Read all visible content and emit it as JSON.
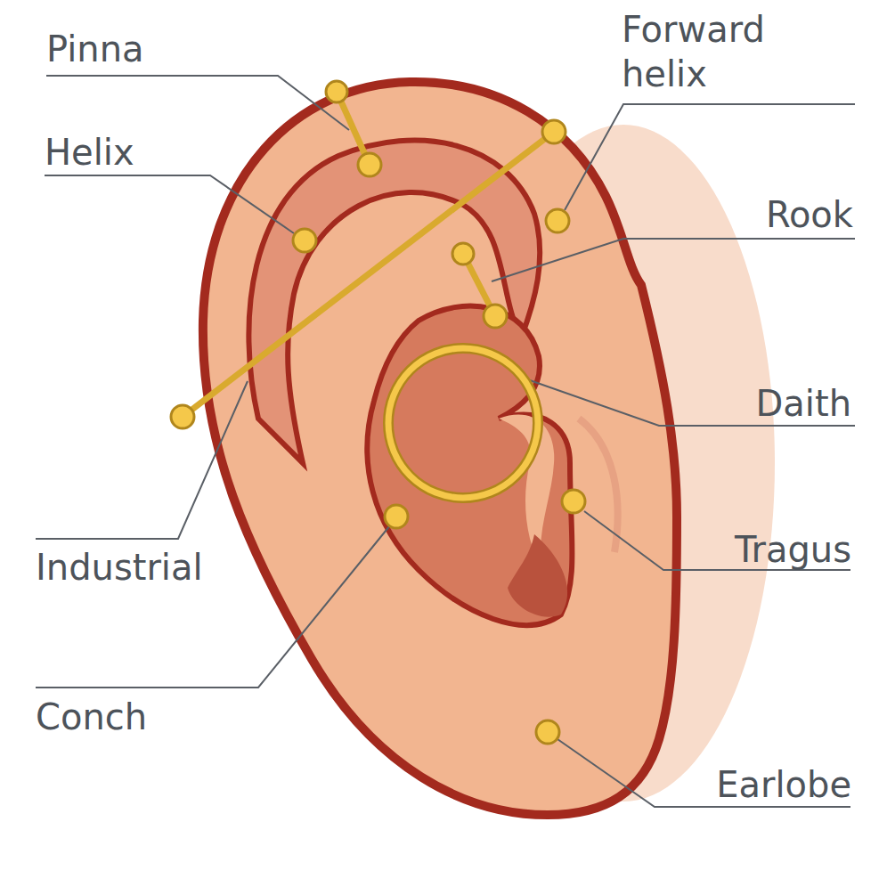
{
  "diagram": {
    "labels": [
      "Pinna",
      "Forward helix",
      "Helix",
      "Rook",
      "Daith",
      "Industrial",
      "Tragus",
      "Conch",
      "Earlobe"
    ]
  }
}
